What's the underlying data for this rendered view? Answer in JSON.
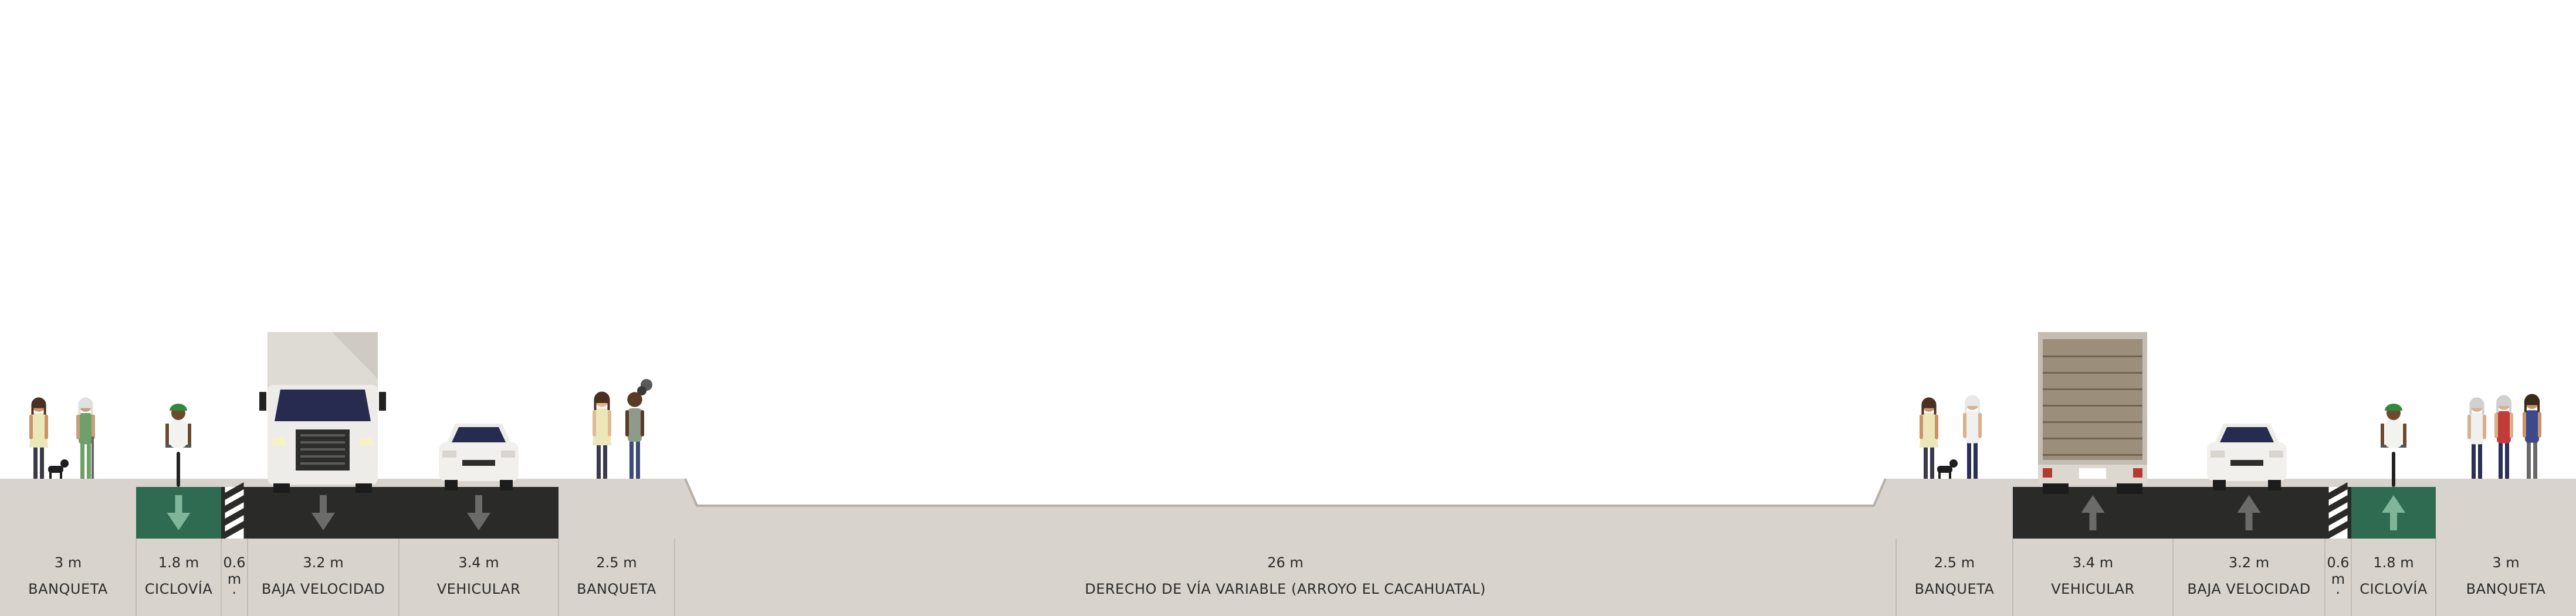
{
  "colors": {
    "ground": "#d8d3cc",
    "road": "#2a2a28",
    "bike": "#2f6b50",
    "arrow": "#6b6b69",
    "bikeArrow": "#7fb598",
    "separator": "#ffffff",
    "divider": "#c2bcb3",
    "line": "#b5b0a9"
  },
  "segments": [
    {
      "width_label": "3 m",
      "name": "BANQUETA",
      "surface": "sidewalk"
    },
    {
      "width_label": "1.8 m",
      "name": "CICLOVÍA",
      "surface": "bike",
      "direction": "down"
    },
    {
      "width_label": "0.6 m",
      "name": ".",
      "surface": "separator"
    },
    {
      "width_label": "3.2 m",
      "name": "BAJA VELOCIDAD",
      "surface": "road",
      "direction": "down"
    },
    {
      "width_label": "3.4 m",
      "name": "VEHICULAR",
      "surface": "road",
      "direction": "down"
    },
    {
      "width_label": "2.5 m",
      "name": "BANQUETA",
      "surface": "sidewalk"
    },
    {
      "width_label": "26 m",
      "name": "DERECHO DE VÍA VARIABLE (ARROYO EL CACAHUATAL)",
      "surface": "channel"
    },
    {
      "width_label": "2.5 m",
      "name": "BANQUETA",
      "surface": "sidewalk"
    },
    {
      "width_label": "3.4 m",
      "name": "VEHICULAR",
      "surface": "road",
      "direction": "up"
    },
    {
      "width_label": "3.2 m",
      "name": "BAJA VELOCIDAD",
      "surface": "road",
      "direction": "up"
    },
    {
      "width_label": "0.6 m",
      "name": ".",
      "surface": "separator"
    },
    {
      "width_label": "1.8 m",
      "name": "CICLOVÍA",
      "surface": "bike",
      "direction": "up"
    },
    {
      "width_label": "3 m",
      "name": "BANQUETA",
      "surface": "sidewalk"
    }
  ],
  "figures": {
    "people": [
      "woman-walking-dog",
      "elderly-walker",
      "cyclist",
      "woman-standing",
      "man-with-balloons",
      "woman-walking-dog",
      "man-walking",
      "cyclist",
      "man-walking",
      "woman-red-jacket",
      "man-blue-shirt"
    ],
    "vehicles": [
      "box-truck-front",
      "car-front",
      "box-truck-rear",
      "car-rear"
    ]
  }
}
